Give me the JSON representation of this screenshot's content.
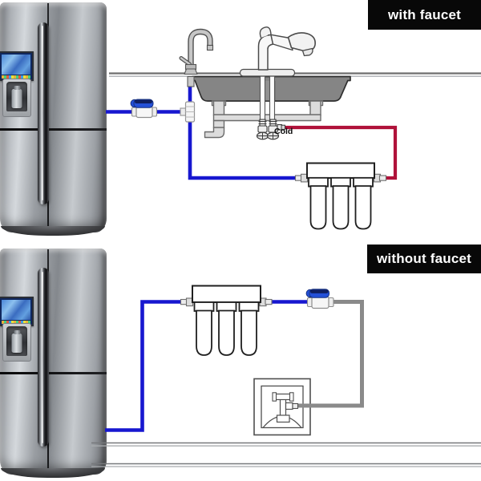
{
  "sections": {
    "top": {
      "badge": "with faucet",
      "cold_label": "Cold"
    },
    "bottom": {
      "badge": "without faucet"
    }
  },
  "colors": {
    "tube_blue": "#1717d0",
    "tube_red": "#b0123a",
    "tube_gray": "#8a8a8a",
    "valve_handle_blue": "#2450d8",
    "valve_handle_dark": "#101f60",
    "badge_bg": "#080808",
    "badge_text": "#ffffff",
    "sink_fill": "#858585",
    "diagram_outline": "#2f2f2f",
    "pipe_fill": "#dcdcdc",
    "counter_line": "#6e6e6e"
  }
}
